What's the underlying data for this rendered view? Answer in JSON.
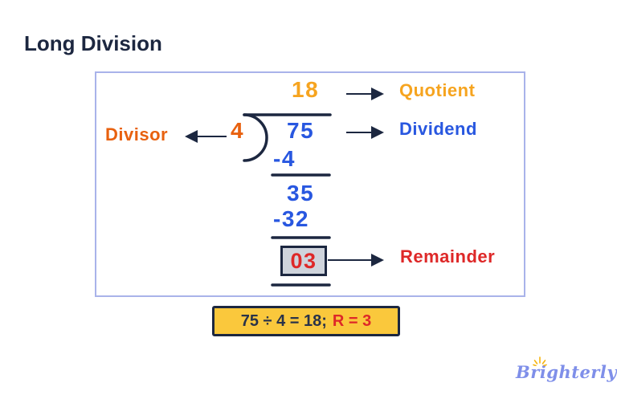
{
  "title": "Long Division",
  "division": {
    "quotient": "18",
    "divisor": "4",
    "dividend": "75",
    "subtraction1": "-4",
    "bring_down": "35",
    "subtraction2": "-32",
    "remainder": "03"
  },
  "labels": {
    "quotient": "Quotient",
    "dividend": "Dividend",
    "divisor": "Divisor",
    "remainder": "Remainder"
  },
  "equation": {
    "expression": "75 ÷ 4 = 18;",
    "remainder": "R = 3"
  },
  "logo": {
    "text": "Brighterly",
    "icon": "sun-rays-icon"
  },
  "colors": {
    "navy": "#1C2740",
    "amber": "#F6A41F",
    "deep_orange": "#E8610F",
    "blue": "#2857E0",
    "red": "#DE2828",
    "yellow_fill": "#FAC83C",
    "gray_fill": "#CFD4DC",
    "diagram_border": "#A9B3EA",
    "logo_purple": "#7F8FE9",
    "sun_yellow": "#F6B40E"
  }
}
